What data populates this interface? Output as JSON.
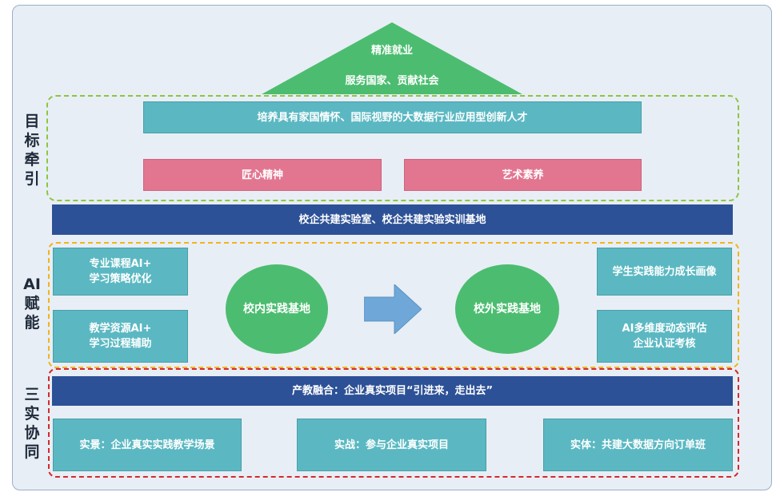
{
  "roof": {
    "line1": "精准就业",
    "line2": "服务国家、贡献社会"
  },
  "goal": {
    "side_label": "目标牵引",
    "banner": "培养具有家国情怀、国际视野的大数据行业应用型创新人才",
    "spirit": "匠心精神",
    "art": "艺术素养"
  },
  "lab_bar": "校企共建实验室、校企共建实验实训基地",
  "ai": {
    "side_label": "AI赋能",
    "left_top": "专业课程AI+\n学习策略优化",
    "left_bottom": "教学资源AI+\n学习过程辅助",
    "inner_base": "校内实践基地",
    "outer_base": "校外实践基地",
    "right_top": "学生实践能力成长画像",
    "right_bottom": "AI多维度动态评估\n企业认证考核"
  },
  "three": {
    "side_label": "三实协同",
    "bar": "产教融合：企业真实项目“引进来，走出去”",
    "scene": "实景：企业真实实践教学场景",
    "combat": "实战：参与企业真实项目",
    "entity": "实体：共建大数据方向订单班"
  },
  "colors": {
    "roof": "#4cbd70",
    "teal": "#5bb8c2",
    "pink": "#e27690",
    "navy": "#2d5196",
    "circle": "#4cbd70",
    "arrow": "#6fa8d8",
    "green_dash": "#8cc63f",
    "orange_dash": "#f1b41b",
    "red_dash": "#d42a2a"
  }
}
